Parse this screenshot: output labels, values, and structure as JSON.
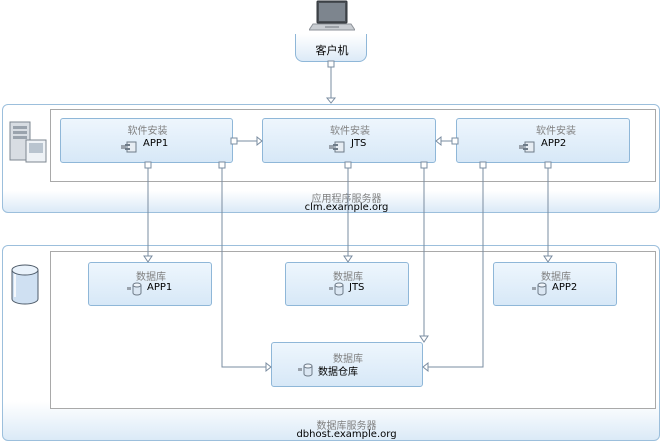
{
  "client": {
    "label": "客户机",
    "icon": "laptop-icon"
  },
  "app_server": {
    "label": "应用程序服务器",
    "host": "clm.example.org",
    "icon": "server-icon",
    "components": [
      {
        "caption": "软件安装",
        "name": "APP1",
        "icon": "component-icon"
      },
      {
        "caption": "软件安装",
        "name": "JTS",
        "icon": "component-icon"
      },
      {
        "caption": "软件安装",
        "name": "APP2",
        "icon": "component-icon"
      }
    ]
  },
  "db_server": {
    "label": "数据库服务器",
    "host": "dbhost.example.org",
    "icon": "database-icon",
    "databases": [
      {
        "caption": "数据库",
        "name": "APP1",
        "icon": "db-cylinder-icon"
      },
      {
        "caption": "数据库",
        "name": "JTS",
        "icon": "db-cylinder-icon"
      },
      {
        "caption": "数据库",
        "name": "APP2",
        "icon": "db-cylinder-icon"
      },
      {
        "caption": "数据库",
        "name": "数据仓库",
        "icon": "db-cylinder-icon"
      }
    ]
  },
  "colors": {
    "node_border": "#8fb7d8",
    "wire": "#7a8ca0"
  }
}
